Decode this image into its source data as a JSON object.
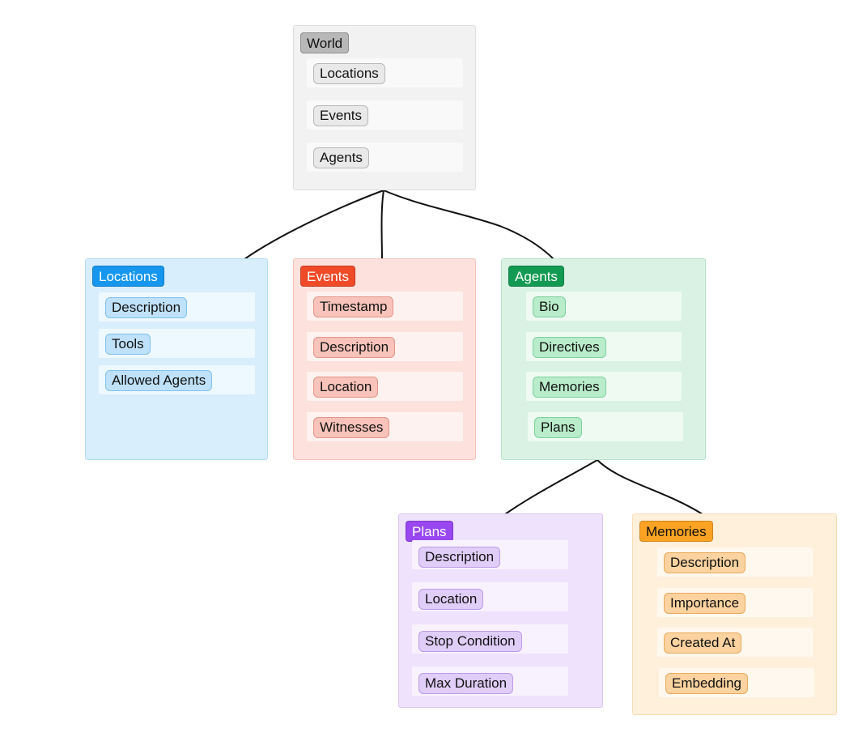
{
  "groups": {
    "world": {
      "title": "World",
      "fields": [
        "Locations",
        "Events",
        "Agents"
      ]
    },
    "locations": {
      "title": "Locations",
      "fields": [
        "Description",
        "Tools",
        "Allowed Agents"
      ]
    },
    "events": {
      "title": "Events",
      "fields": [
        "Timestamp",
        "Description",
        "Location",
        "Witnesses"
      ]
    },
    "agents": {
      "title": "Agents",
      "fields": [
        "Bio",
        "Directives",
        "Memories",
        "Plans"
      ]
    },
    "plans": {
      "title": "Plans",
      "fields": [
        "Description",
        "Location",
        "Stop Condition",
        "Max Duration"
      ]
    },
    "memories": {
      "title": "Memories",
      "fields": [
        "Description",
        "Importance",
        "Created At",
        "Embedding"
      ]
    }
  },
  "colors": {
    "world": "#b8b8b8",
    "locations": "#1696ee",
    "events": "#f04a28",
    "agents": "#139a52",
    "plans": "#9947f0",
    "memories": "#fca323",
    "edge": "#111111"
  }
}
